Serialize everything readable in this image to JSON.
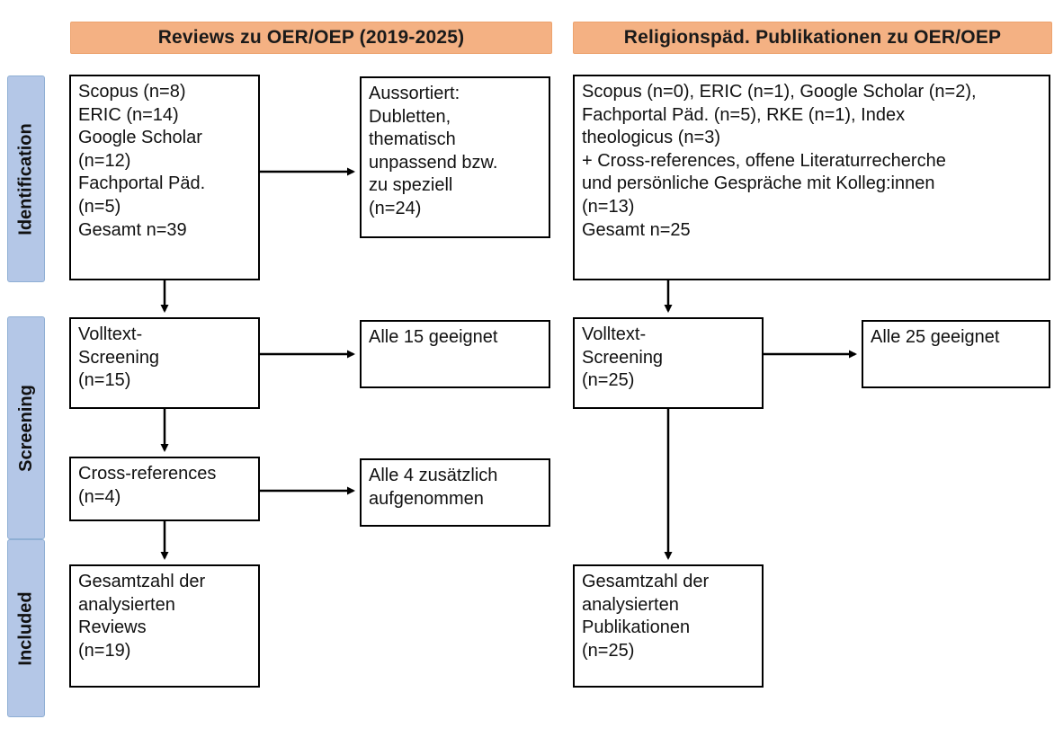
{
  "diagram": {
    "headers": {
      "left": "Reviews zu OER/OEP (2019-2025)",
      "right": "Religionspäd. Publikationen zu OER/OEP"
    },
    "stages": {
      "identification": "Identification",
      "screening": "Screening",
      "included": "Included"
    },
    "left_column": {
      "sources": "Scopus (n=8)\nERIC (n=14)\nGoogle Scholar\n(n=12)\nFachportal Päd.\n(n=5)\nGesamt n=39",
      "excluded": "Aussortiert:\nDubletten,\nthematisch\nunpassend bzw.\nzu speziell\n(n=24)",
      "fulltext": "Volltext-\nScreening\n(n=15)",
      "eligible": "Alle 15 geeignet",
      "crossrefs": "Cross-references\n(n=4)",
      "added": "Alle 4 zusätzlich\naufgenommen",
      "total": "Gesamtzahl der\nanalysierten\nReviews\n(n=19)"
    },
    "right_column": {
      "sources": "Scopus (n=0), ERIC (n=1), Google Scholar (n=2),\nFachportal Päd. (n=5), RKE (n=1), Index\ntheologicus (n=3)\n+ Cross-references, offene Literaturrecherche\nund persönliche Gespräche mit Kolleg:innen\n(n=13)\nGesamt n=25",
      "fulltext": "Volltext-\nScreening\n(n=25)",
      "eligible": "Alle 25 geeignet",
      "total": "Gesamtzahl der\nanalysierten\nPublikationen\n(n=25)"
    },
    "colors": {
      "header_bg": "#F4B183",
      "stage_bg": "#B4C7E7",
      "box_bg": "#FFFFFF",
      "box_border": "#000000",
      "arrow": "#000000"
    }
  }
}
